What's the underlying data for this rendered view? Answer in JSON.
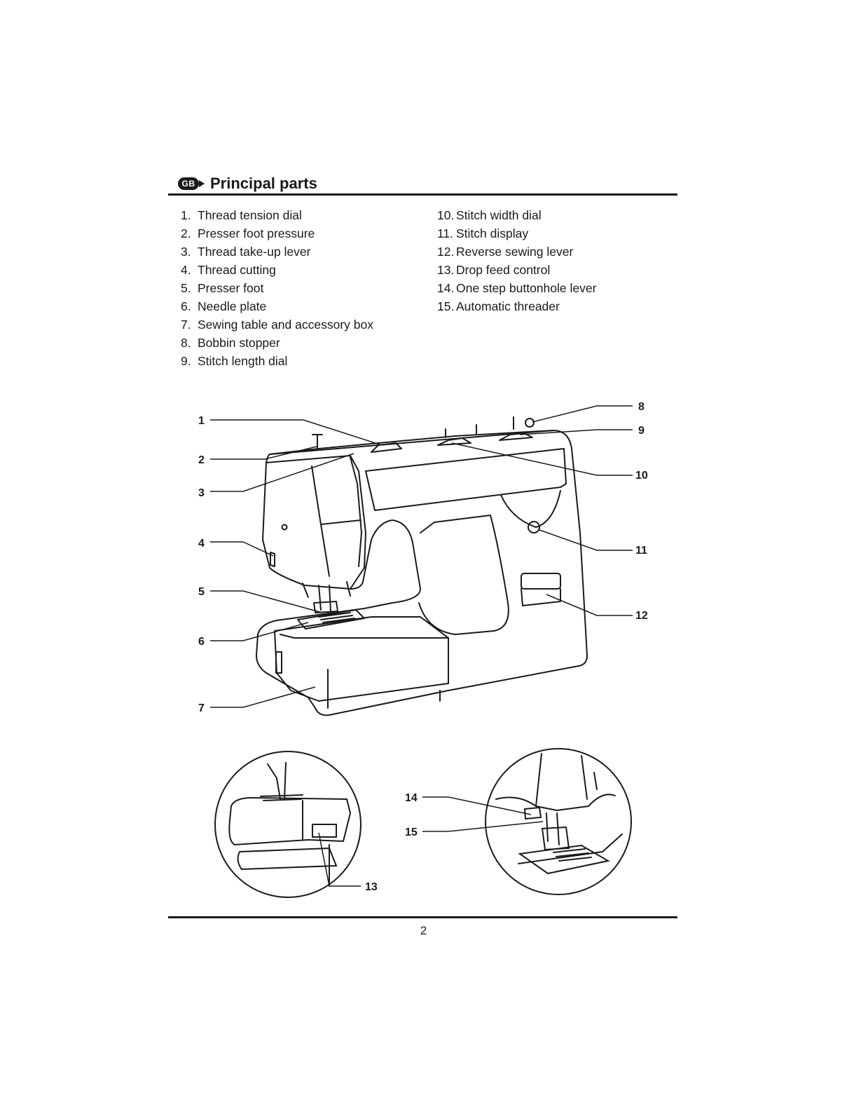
{
  "header": {
    "badge": "GB",
    "title": "Principal parts"
  },
  "parts_left": [
    {
      "num": "1.",
      "label": "Thread tension dial"
    },
    {
      "num": "2.",
      "label": "Presser foot pressure"
    },
    {
      "num": "3.",
      "label": "Thread take-up lever"
    },
    {
      "num": "4.",
      "label": "Thread cutting"
    },
    {
      "num": "5.",
      "label": "Presser foot"
    },
    {
      "num": "6.",
      "label": "Needle plate"
    },
    {
      "num": "7.",
      "label": "Sewing table and accessory box"
    },
    {
      "num": "8.",
      "label": "Bobbin stopper"
    },
    {
      "num": "9.",
      "label": "Stitch length dial"
    }
  ],
  "parts_right": [
    {
      "num": "10.",
      "label": "Stitch width dial"
    },
    {
      "num": "11.",
      "label": "Stitch display"
    },
    {
      "num": "12.",
      "label": "Reverse sewing lever"
    },
    {
      "num": "13.",
      "label": "Drop feed control"
    },
    {
      "num": "14.",
      "label": "One step buttonhole lever"
    },
    {
      "num": "15.",
      "label": "Automatic threader"
    }
  ],
  "callouts": [
    "1",
    "2",
    "3",
    "4",
    "5",
    "6",
    "7",
    "8",
    "9",
    "10",
    "11",
    "12",
    "13",
    "14",
    "15"
  ],
  "footer": {
    "page_number": "2"
  }
}
